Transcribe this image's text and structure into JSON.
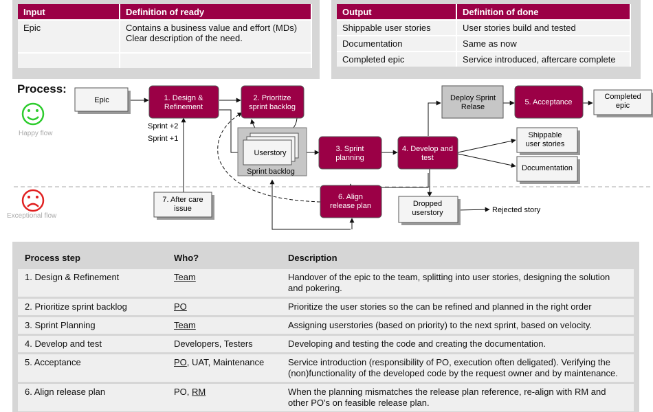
{
  "io_left": {
    "header": {
      "input": "Input",
      "dor": "Definition of ready"
    },
    "rows": [
      {
        "input": "Epic",
        "dor_line1": "Contains a business value and effort (MDs)",
        "dor_line2": "Clear description of the need."
      }
    ]
  },
  "io_right": {
    "header": {
      "output": "Output",
      "dod": "Definition of done"
    },
    "rows": [
      {
        "output": "Shippable user stories",
        "dod": "User stories build and tested"
      },
      {
        "output": "Documentation",
        "dod": "Same as now"
      },
      {
        "output": "Completed epic",
        "dod": "Service introduced, aftercare complete"
      }
    ]
  },
  "process_title": "Process:",
  "flows": {
    "happy": "Happy flow",
    "exceptional": "Exceptional flow"
  },
  "nodes": {
    "epic": "Epic",
    "design_1": "1. Design &",
    "design_2": "Refinement",
    "prioritize_1": "2. Prioritize",
    "prioritize_2": "sprint backlog",
    "userstory": "Userstory",
    "sprint_backlog": "Sprint backlog",
    "planning_1": "3. Sprint",
    "planning_2": "planning",
    "develop_1": "4. Develop and",
    "develop_2": "test",
    "deploy_1": "Deploy Sprint",
    "deploy_2": "Relase",
    "acceptance": "5. Acceptance",
    "completed_1": "Completed",
    "completed_2": "epic",
    "shippable_1": "Shippable",
    "shippable_2": "user stories",
    "documentation": "Documentation",
    "align_1": "6. Align",
    "align_2": "release plan",
    "dropped_1": "Dropped",
    "dropped_2": "userstory",
    "rejected": "Rejected story",
    "aftercare_1": "7. After care",
    "aftercare_2": "issue",
    "sprint_plus2": "Sprint +2",
    "sprint_plus1": "Sprint +1"
  },
  "steps_table": {
    "headers": {
      "step": "Process step",
      "who": "Who?",
      "desc": "Description"
    },
    "rows": [
      {
        "step": "1. Design & Refinement",
        "who_a": "Team",
        "who_b": "",
        "desc_1": "Handover  of the epic to the team, splitting into user stories, designing the solution",
        "desc_2": "and pokering."
      },
      {
        "step": "2. Prioritize sprint backlog",
        "who_a": "PO",
        "who_b": "",
        "desc_1": "Prioritize the user stories so the can be refined and planned in the right order",
        "desc_2": ""
      },
      {
        "step": "3. Sprint Planning",
        "who_a": "Team",
        "who_b": "",
        "desc_1": "Assigning userstories (based on priority) to the next sprint, based on velocity.",
        "desc_2": ""
      },
      {
        "step": "4. Develop  and test",
        "who_a": "",
        "who_b": "Developers,  Testers",
        "desc_1": "Developing  and testing the code and creating the documentation.",
        "desc_2": ""
      },
      {
        "step": "5. Acceptance",
        "who_a": "PO",
        "who_b": ", UAT,  Maintenance",
        "desc_1": "Service introduction (responsibility of PO, execution often deligated). Verifying the",
        "desc_2": "(non)functionality  of the developed  code by the request owner and by maintenance."
      },
      {
        "step": "6. Align release plan",
        "who_a": "RM",
        "who_b": "PO, ",
        "desc_1": "When the planning  mismatches the release plan reference,  re-align with RM and",
        "desc_2": "other PO's on feasible release plan."
      }
    ]
  },
  "colors": {
    "brand": "#9b0046",
    "happy": "#2ecc2e",
    "exceptional": "#e02020"
  }
}
